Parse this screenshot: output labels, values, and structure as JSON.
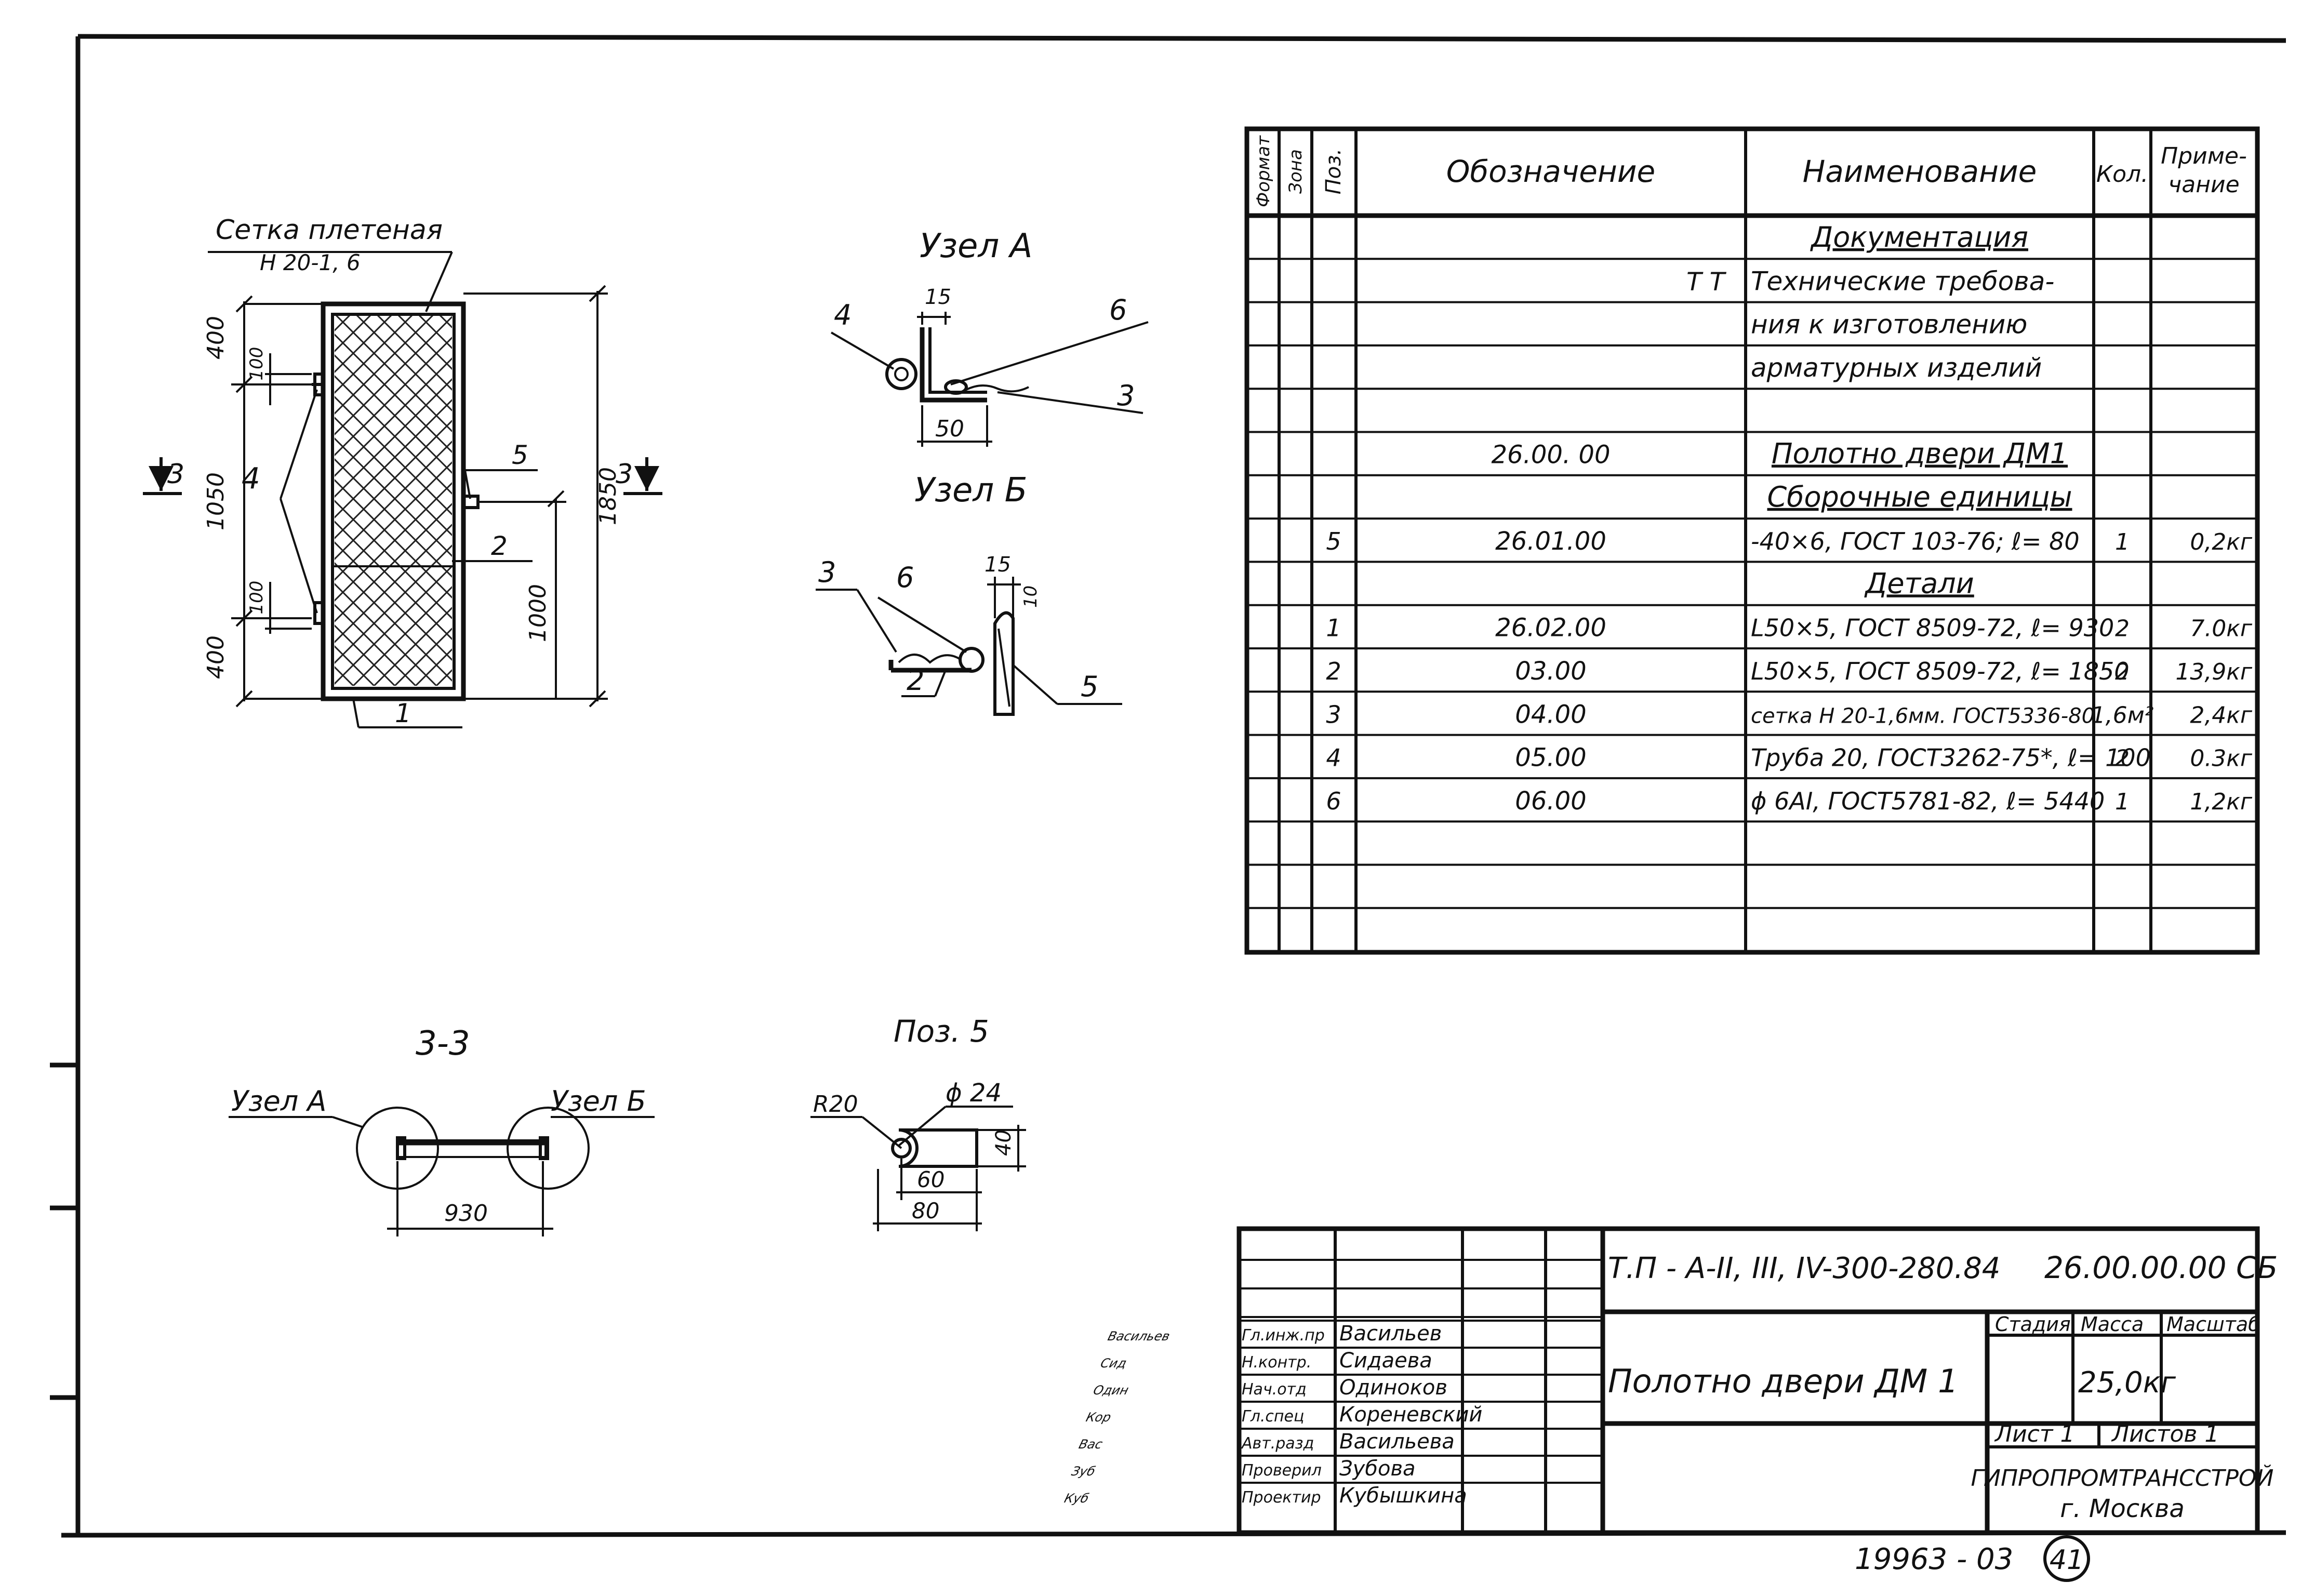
{
  "drawing": {
    "door_view": {
      "mesh_label": "Сетка плетеная",
      "mesh_spec": "Н 20-1, 6",
      "dims": {
        "top": "400",
        "mid": "1050",
        "bottom": "400",
        "h100a": "100",
        "h100b": "100",
        "total": "1850",
        "handle": "1000"
      },
      "callouts": {
        "c1": "1",
        "c2": "2",
        "c4": "4",
        "c5": "5"
      },
      "section_mark": "3"
    },
    "node_a": {
      "title": "Узел А",
      "d15": "15",
      "d50": "50",
      "c3": "3",
      "c4": "4",
      "c6": "6"
    },
    "node_b": {
      "title": "Узел Б",
      "d15": "15",
      "d10": "10",
      "c2": "2",
      "c3": "3",
      "c5": "5",
      "c6": "6"
    },
    "section_33": {
      "title": "3-3",
      "left": "Узел А",
      "right": "Узел Б",
      "width": "930"
    },
    "poz5": {
      "title": "Поз. 5",
      "r": "R20",
      "phi": "ϕ 24",
      "d40": "40",
      "d60": "60",
      "d80": "80"
    }
  },
  "spec_table": {
    "headers": {
      "format": "Формат",
      "zone": "Зона",
      "pos": "Поз.",
      "designation": "Обозначение",
      "name": "Наименование",
      "qty": "Кол.",
      "note_1": "Приме-",
      "note_2": "чание"
    },
    "rows": [
      {
        "pos": "",
        "des": "",
        "name": "Документация",
        "qty": "",
        "note": ""
      },
      {
        "pos": "",
        "des": "Т Т",
        "name": "Технические  требова-",
        "qty": "",
        "note": ""
      },
      {
        "pos": "",
        "des": "",
        "name": "ния к изготовлению",
        "qty": "",
        "note": ""
      },
      {
        "pos": "",
        "des": "",
        "name": "арматурных  изделий",
        "qty": "",
        "note": ""
      },
      {
        "pos": "",
        "des": "",
        "name": "",
        "qty": "",
        "note": ""
      },
      {
        "pos": "",
        "des": "26.00. 00",
        "name": "Полотно  двери ДМ1",
        "qty": "",
        "note": ""
      },
      {
        "pos": "",
        "des": "",
        "name": "Сборочные  единицы",
        "qty": "",
        "note": ""
      },
      {
        "pos": "5",
        "des": "26.01.00",
        "name": "-40×6, ГОСТ 103-76;  ℓ= 80",
        "qty": "1",
        "note": "0,2кг"
      },
      {
        "pos": "",
        "des": "",
        "name": "Детали",
        "qty": "",
        "note": ""
      },
      {
        "pos": "1",
        "des": "26.02.00",
        "name": "L50×5, ГОСТ 8509-72, ℓ= 930",
        "qty": "2",
        "note": "7.0кг"
      },
      {
        "pos": "2",
        "des": "03.00",
        "name": "L50×5, ГОСТ 8509-72, ℓ= 1850",
        "qty": "2",
        "note": "13,9кг"
      },
      {
        "pos": "3",
        "des": "04.00",
        "name": "сетка Н 20-1,6мм. ГОСТ5336-80",
        "qty": "1,6м²",
        "note": "2,4кг"
      },
      {
        "pos": "4",
        "des": "05.00",
        "name": "Труба 20, ГОСТ3262-75*, ℓ= 100",
        "qty": "2",
        "note": "0.3кг"
      },
      {
        "pos": "6",
        "des": "06.00",
        "name": "ϕ 6АI, ГОСТ5781-82, ℓ= 5440",
        "qty": "1",
        "note": "1,2кг"
      },
      {
        "pos": "",
        "des": "",
        "name": "",
        "qty": "",
        "note": ""
      },
      {
        "pos": "",
        "des": "",
        "name": "",
        "qty": "",
        "note": ""
      },
      {
        "pos": "",
        "des": "",
        "name": "",
        "qty": "",
        "note": ""
      }
    ]
  },
  "title_block": {
    "project_code": "Т.П - А-II, III, IV-300-280.84",
    "doc_code": "26.00.00.00 СБ",
    "title": "Полотно  двери  ДМ 1",
    "stage_label": "Стадия",
    "mass_label": "Масса",
    "scale_label": "Масштаб",
    "mass": "25,0кг",
    "sheet": "Лист 1",
    "sheets": "Листов 1",
    "org": "ГИПРОПРОМТРАНССТРОЙ",
    "city": "г. Москва",
    "people": [
      {
        "role": "Гл.инж.пр",
        "name": "Васильев",
        "sign": "Васильев"
      },
      {
        "role": "Н.контр.",
        "name": "Сидаева",
        "sign": "Сид"
      },
      {
        "role": "Нач.отд",
        "name": "Одиноков",
        "sign": "Один"
      },
      {
        "role": "Гл.спец",
        "name": "Кореневский",
        "sign": "Кор"
      },
      {
        "role": "Авт.разд",
        "name": "Васильева",
        "sign": "Вас"
      },
      {
        "role": "Проверил",
        "name": "Зубова",
        "sign": "Зуб"
      },
      {
        "role": "Проектир",
        "name": "Кубышкина",
        "sign": "Куб"
      }
    ]
  },
  "footer": {
    "archive_no": "19963 - 03",
    "page_no": "41"
  }
}
